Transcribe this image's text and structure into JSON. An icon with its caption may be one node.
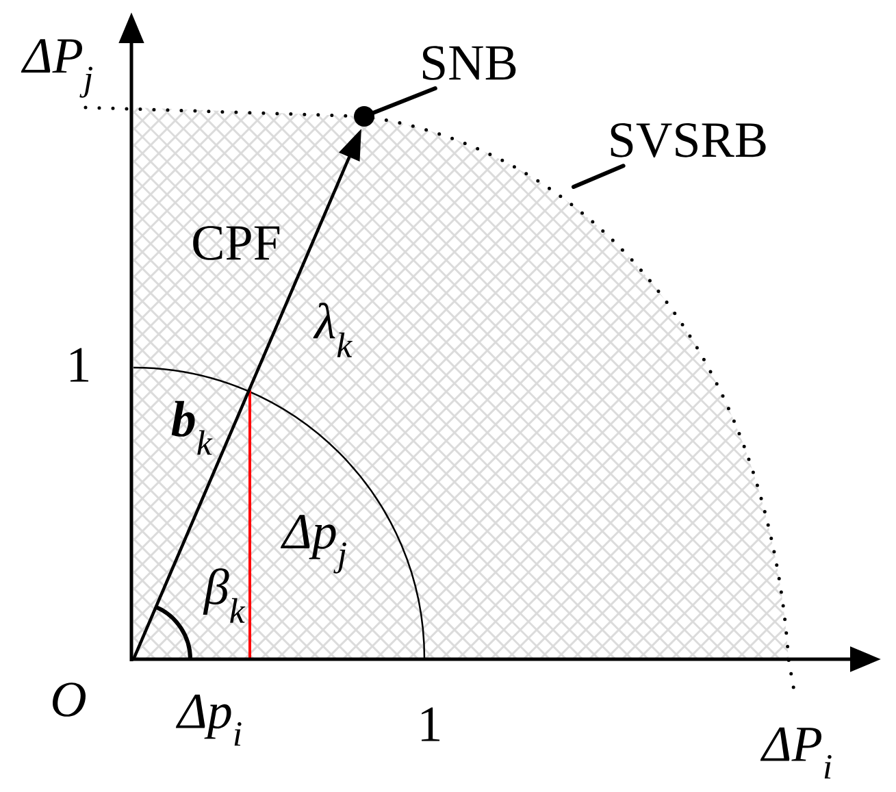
{
  "diagram": {
    "nodes": [
      {
        "text": [
          "SNB"
        ]
      },
      {
        "text": [],
        "shape": "circle"
      },
      {
        "text": [
          "SVSRB"
        ]
      }
    ],
    "edges": [
      {
        "from": 0,
        "to": 1,
        "arrow": "none"
      },
      {
        "from": 2,
        "to": null,
        "arrow": "none"
      }
    ],
    "labels": [
      "ΔP$_{j}$",
      "1",
      "CPF",
      "λ$_{k}$",
      "**b**$_{k}$",
      "Δp$_{j}$",
      "β$_{k}$",
      "O",
      "Δp$_{i}$",
      "1",
      "ΔP$_{i}$"
    ]
  }
}
